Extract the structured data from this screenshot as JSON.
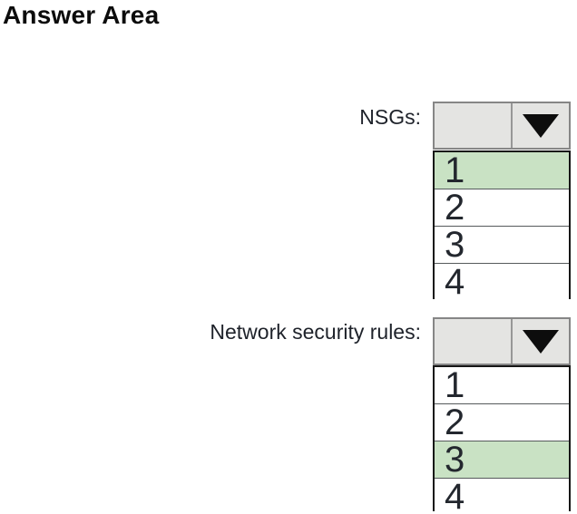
{
  "title": "Answer Area",
  "colors": {
    "highlight_green": "#c9e2c4",
    "dropdown_fill": "#e4e4e2",
    "list_border": "#161616"
  },
  "questions": [
    {
      "label": "NSGs:",
      "dropdown_value": "",
      "options": [
        {
          "value": "1",
          "selected": true
        },
        {
          "value": "2",
          "selected": false
        },
        {
          "value": "3",
          "selected": false
        },
        {
          "value": "4",
          "selected": false
        }
      ]
    },
    {
      "label": "Network security rules:",
      "dropdown_value": "",
      "options": [
        {
          "value": "1",
          "selected": false
        },
        {
          "value": "2",
          "selected": false
        },
        {
          "value": "3",
          "selected": true
        },
        {
          "value": "4",
          "selected": false
        }
      ]
    }
  ]
}
